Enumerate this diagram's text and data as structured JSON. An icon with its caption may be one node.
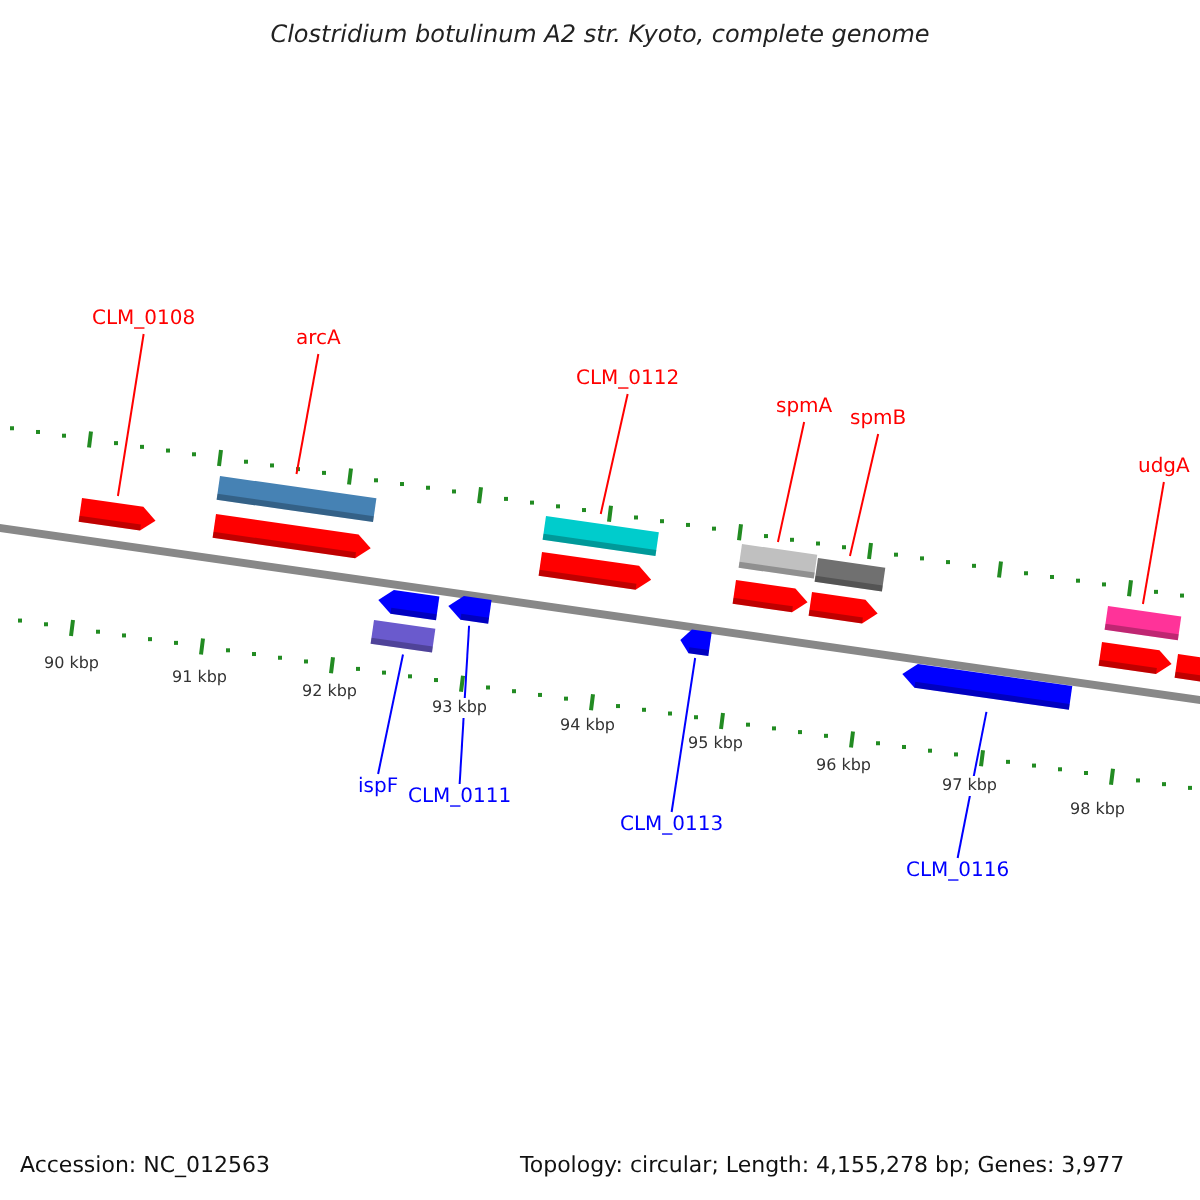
{
  "diagram": {
    "title": "Clostridium botulinum A2 str. Kyoto, complete genome",
    "nodes": [
      {
        "text": [
          "CLM_0108"
        ]
      },
      {
        "text": [
          "arcA"
        ]
      },
      {
        "text": [
          "CLM_0112"
        ]
      },
      {
        "text": [
          "spmA"
        ]
      },
      {
        "text": [
          "spmB"
        ]
      },
      {
        "text": [
          "udgA"
        ]
      },
      {
        "text": [],
        "shape": "pentagon"
      },
      {
        "text": [],
        "shape": "bar"
      },
      {
        "text": [],
        "shape": "pentagon"
      },
      {
        "text": [],
        "shape": "bar"
      },
      {
        "text": [],
        "shape": "pentagon"
      },
      {
        "text": [],
        "shape": "bar"
      },
      {
        "text": [],
        "shape": "bar"
      },
      {
        "text": [],
        "shape": "pentagon"
      },
      {
        "text": [],
        "shape": "pentagon"
      },
      {
        "text": [],
        "shape": "bar"
      },
      {
        "text": [],
        "shape": "pentagon"
      },
      {
        "text": [],
        "shape": "pentagon"
      },
      {
        "text": [],
        "shape": "pentagon"
      },
      {
        "text": [],
        "shape": "bar"
      },
      {
        "text": [],
        "shape": "pentagon"
      },
      {
        "text": [],
        "shape": "pentagon"
      },
      {
        "text": [],
        "shape": "pentagon"
      },
      {
        "text": [
          "ispF"
        ]
      },
      {
        "text": [
          "CLM_0111"
        ]
      },
      {
        "text": [
          "CLM_0113"
        ]
      },
      {
        "text": [
          "CLM_0116"
        ]
      }
    ],
    "edges": [
      {
        "from": 0,
        "to": 6,
        "arrow": "none",
        "color": "#ff0000"
      },
      {
        "from": 1,
        "to": 7,
        "arrow": "none",
        "color": "#ff0000"
      },
      {
        "from": 2,
        "to": 9,
        "arrow": "none",
        "color": "#ff0000"
      },
      {
        "from": 3,
        "to": 11,
        "arrow": "none",
        "color": "#ff0000"
      },
      {
        "from": 4,
        "to": 12,
        "arrow": "none",
        "color": "#ff0000"
      },
      {
        "from": 5,
        "to": 15,
        "arrow": "none",
        "color": "#ff0000"
      },
      {
        "from": 23,
        "to": 19,
        "arrow": "none",
        "color": "#0000ff"
      },
      {
        "from": 24,
        "to": 20,
        "arrow": "none",
        "color": "#0000ff"
      },
      {
        "from": 25,
        "to": 21,
        "arrow": "none",
        "color": "#0000ff"
      },
      {
        "from": 26,
        "to": 22,
        "arrow": "none",
        "color": "#0000ff"
      }
    ],
    "labels": [
      "90 kbp",
      "91 kbp",
      "92 kbp",
      "93 kbp",
      "94 kbp",
      "95 kbp",
      "96 kbp",
      "97 kbp",
      "98 kbp",
      "Accession: NC_012563",
      "Topology: circular; Length: 4,155,278 bp; Genes: 3,977"
    ]
  }
}
